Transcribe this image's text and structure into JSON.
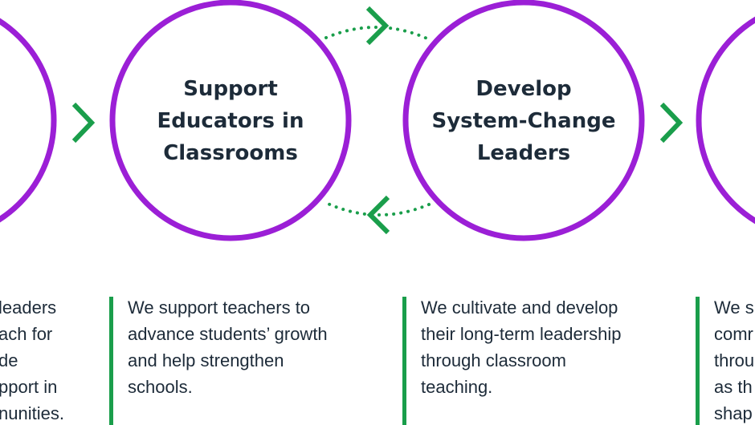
{
  "stages": [
    {
      "title_lines": [
        "",
        "ng",
        ""
      ]
    },
    {
      "title_lines": [
        "Support",
        "Educators in",
        "Classrooms"
      ]
    },
    {
      "title_lines": [
        "Develop",
        "System-Change",
        "Leaders"
      ]
    },
    {
      "title_lines": [
        "",
        "",
        "l"
      ]
    }
  ],
  "descriptions": [
    {
      "lines": [
        "leaders",
        "ach for",
        "de",
        "pport in",
        "nunities."
      ]
    },
    {
      "lines": [
        "We support teachers to",
        "advance students’ growth",
        "and help strengthen",
        "schools."
      ]
    },
    {
      "lines": [
        "We cultivate and develop",
        "their long-term leadership",
        "through classroom",
        "teaching."
      ]
    },
    {
      "lines": [
        "We s",
        "comr",
        "throu",
        "as th",
        "shap"
      ]
    }
  ],
  "colors": {
    "circle_stroke": "#9b1fd6",
    "arrow": "#1a9e4b",
    "text": "#1d2b39",
    "bar": "#1a9e4b"
  },
  "icons": {
    "forward_arrow": "chevron-right-icon",
    "cycle_forward": "dotted-chevron-right-icon",
    "cycle_back": "dotted-chevron-left-icon"
  }
}
